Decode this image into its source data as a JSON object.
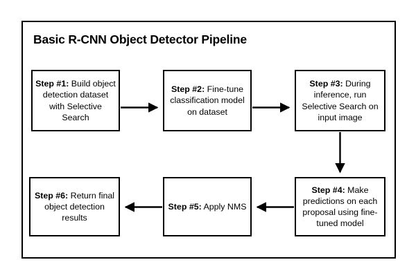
{
  "diagram": {
    "title": "Basic R-CNN Object Detector Pipeline",
    "type": "flowchart",
    "orientation": "serpentine-two-rows",
    "colors": {
      "background": "#ffffff",
      "stroke": "#000000",
      "box_fill": "#ffffff",
      "text": "#000000"
    },
    "steps": [
      {
        "id": "step-1",
        "label": "Step #1:",
        "body": " Build object detection dataset with Selective Search",
        "row": 1,
        "column": 1
      },
      {
        "id": "step-2",
        "label": "Step #2:",
        "body": " Fine-tune classification model on dataset",
        "row": 1,
        "column": 2
      },
      {
        "id": "step-3",
        "label": "Step #3:",
        "body": " During inference, run Selective Search on input image",
        "row": 1,
        "column": 3
      },
      {
        "id": "step-4",
        "label": "Step #4:",
        "body": " Make predictions on each proposal using fine-tuned model",
        "row": 2,
        "column": 3
      },
      {
        "id": "step-5",
        "label": "Step #5:",
        "body": " Apply NMS",
        "row": 2,
        "column": 2
      },
      {
        "id": "step-6",
        "label": "Step #6:",
        "body": " Return final object detection results",
        "row": 2,
        "column": 1
      }
    ],
    "connectors": [
      {
        "id": "arrow-1-to-2",
        "from": "step-1",
        "to": "step-2",
        "direction": "right"
      },
      {
        "id": "arrow-2-to-3",
        "from": "step-2",
        "to": "step-3",
        "direction": "right"
      },
      {
        "id": "arrow-3-to-4",
        "from": "step-3",
        "to": "step-4",
        "direction": "down"
      },
      {
        "id": "arrow-4-to-5",
        "from": "step-4",
        "to": "step-5",
        "direction": "left"
      },
      {
        "id": "arrow-5-to-6",
        "from": "step-5",
        "to": "step-6",
        "direction": "left"
      }
    ]
  }
}
